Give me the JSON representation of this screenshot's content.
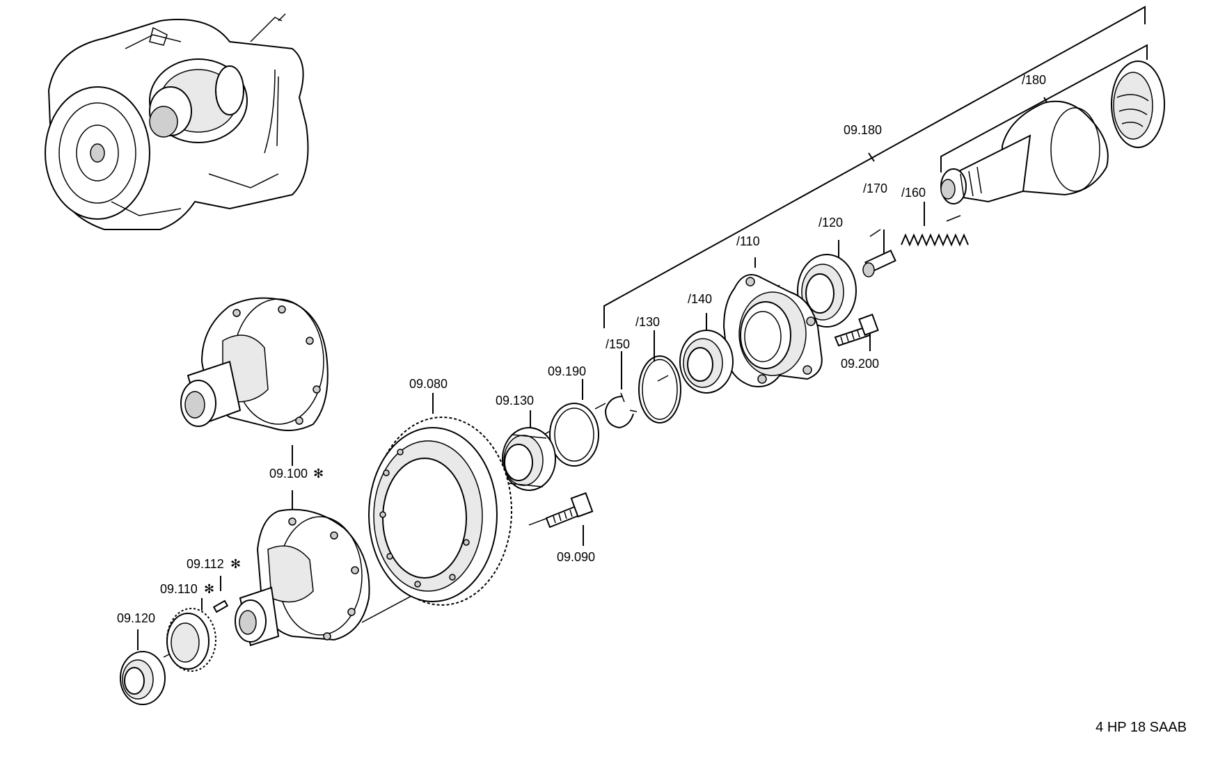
{
  "title": "4 HP 18 SAAB",
  "labels": {
    "l_09_180": "09.180",
    "l_180": "/180",
    "l_160": "/160",
    "l_170": "/170",
    "l_120": "/120",
    "l_110": "/110",
    "l_140": "/140",
    "l_130": "/130",
    "l_150": "/150",
    "l_09_200": "09.200",
    "l_09_190": "09.190",
    "l_09_130": "09.130",
    "l_09_080": "09.080",
    "l_09_090": "09.090",
    "l_09_100": "09.100",
    "l_09_112": "09.112",
    "l_09_110": "09.110",
    "l_09_120": "09.120"
  },
  "marks": {
    "star": "✻"
  }
}
